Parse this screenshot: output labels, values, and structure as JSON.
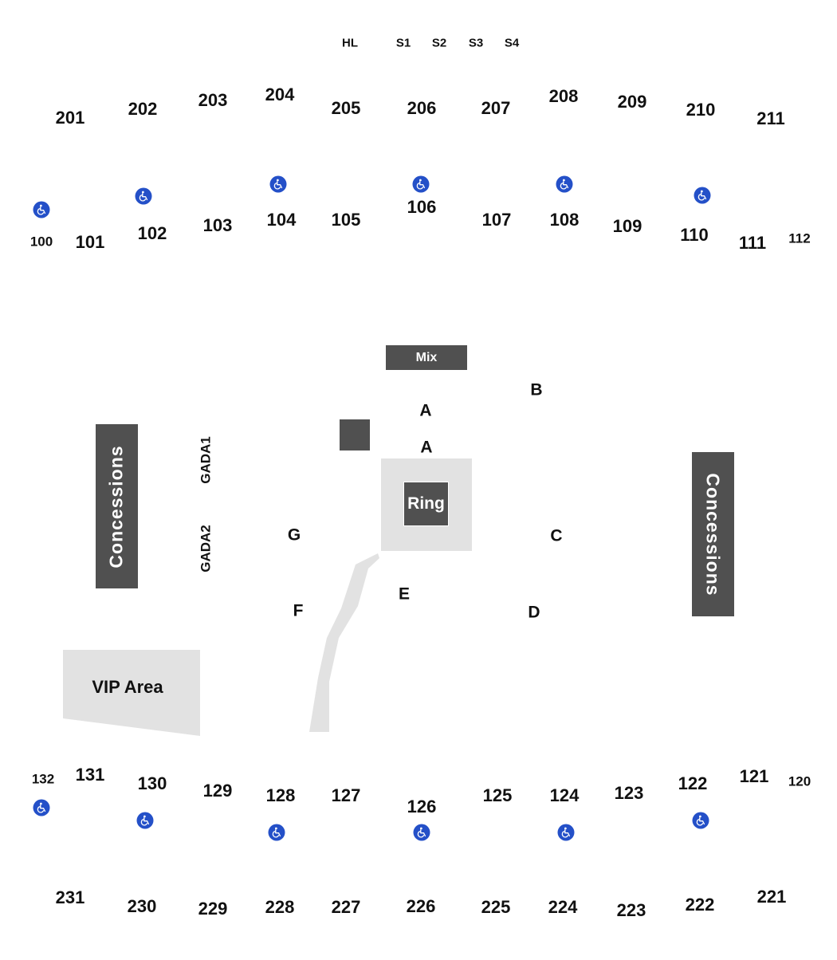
{
  "top_labels": [
    "HL",
    "S1",
    "S2",
    "S3",
    "S4"
  ],
  "upper_sections_top": [
    "201",
    "202",
    "203",
    "204",
    "205",
    "206",
    "207",
    "208",
    "209",
    "210",
    "211"
  ],
  "lower_sections_top": [
    "100",
    "101",
    "102",
    "103",
    "104",
    "105",
    "106",
    "107",
    "108",
    "109",
    "110",
    "111",
    "112"
  ],
  "lower_sections_bottom": [
    "132",
    "131",
    "130",
    "129",
    "128",
    "127",
    "126",
    "125",
    "124",
    "123",
    "122",
    "121",
    "120"
  ],
  "upper_sections_bottom": [
    "231",
    "230",
    "229",
    "228",
    "227",
    "226",
    "225",
    "224",
    "223",
    "222",
    "221"
  ],
  "floor_sections": [
    "A",
    "A",
    "B",
    "C",
    "D",
    "E",
    "F",
    "G"
  ],
  "gada": [
    "GADA1",
    "GADA2"
  ],
  "mix_label": "Mix",
  "ring_label": "Ring",
  "concessions_left": "Concessions",
  "concessions_right": "Concessions",
  "vip_label": "VIP Area",
  "accessible_icon": "wheelchair-icon",
  "colors": {
    "block": "#505050",
    "ring_area": "#e2e2e2",
    "vip_area": "#e2e2e2",
    "walkway": "#e2e2e2",
    "accessible": "#2450c8"
  }
}
